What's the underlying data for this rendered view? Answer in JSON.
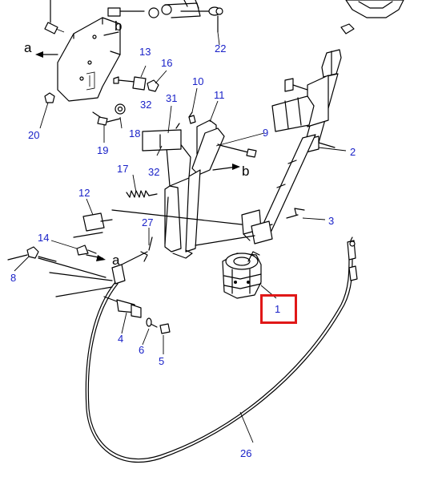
{
  "diagram": {
    "highlight_color": "#e01818",
    "label_color": "#1a22c8",
    "highlighted_part": "1",
    "part_labels": {
      "p1": "1",
      "p2": "2",
      "p3": "3",
      "p4": "4",
      "p5": "5",
      "p6": "6",
      "p8": "8",
      "p9": "9",
      "p10": "10",
      "p11": "11",
      "p12": "12",
      "p13": "13",
      "p14": "14",
      "p16": "16",
      "p17": "17",
      "p18": "18",
      "p19": "19",
      "p20": "20",
      "p22": "22",
      "p26": "26",
      "p27": "27",
      "p31": "31",
      "p32a": "32",
      "p32b": "32"
    },
    "ref_letters": {
      "a1": "a",
      "a2": "a",
      "b1": "b",
      "b2": "b"
    }
  }
}
